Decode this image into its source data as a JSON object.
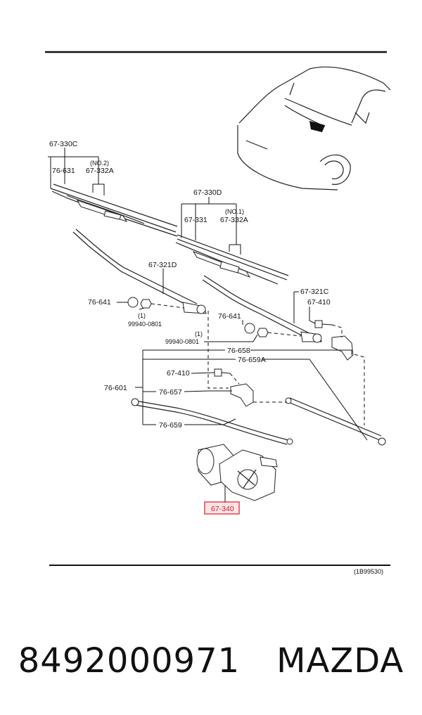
{
  "diagram": {
    "ref_code": "(1B99530)",
    "highlight_color": "#e8303a",
    "labels": {
      "blade_no2_assy": "67-330C",
      "refill_no2_tag": "(NO.2)",
      "refill_no2": "67-332A",
      "spring_no2": "76-631",
      "blade_no1_assy": "67-330D",
      "refill_no1_tag": "(NO.1)",
      "refill_no1": "67-332A",
      "blade_no1_rubber": "67-331",
      "arm_left": "67-321D",
      "arm_right": "67-321C",
      "cap_left": "76-641",
      "cap_right": "76-641",
      "bolt_right": "67-410",
      "bolt_mid": "67-410",
      "nut_left_qty": "(1)",
      "nut_left": "99940-0801",
      "nut_right_qty": "(1)",
      "nut_right": "99940-0801",
      "link_658": "76-658",
      "link_659a": "76-659A",
      "linkage_set": "76-601",
      "pivot_657": "76-657",
      "link_659": "76-659",
      "motor": "67-340"
    }
  },
  "caption": {
    "part_number": "8492000971",
    "brand": "MAZDA"
  }
}
